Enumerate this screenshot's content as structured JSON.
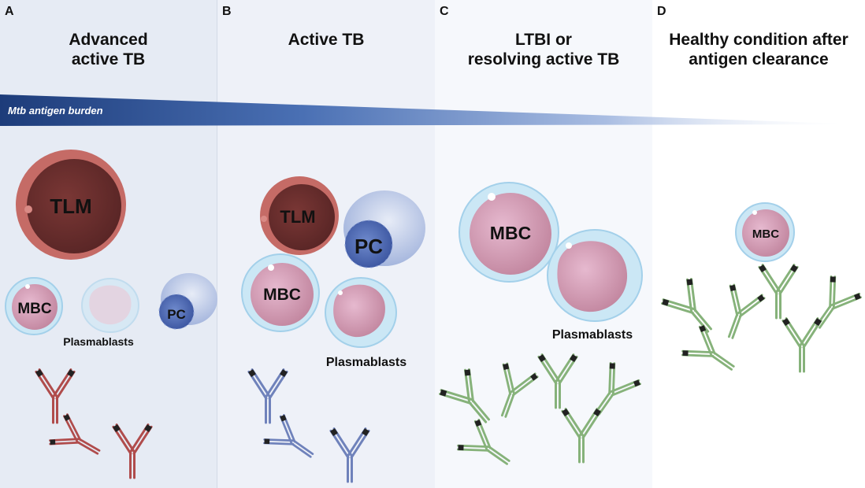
{
  "panels": [
    {
      "letter": "A",
      "title_line1": "Advanced",
      "title_line2": "active TB"
    },
    {
      "letter": "B",
      "title_line1": "Active TB",
      "title_line2": ""
    },
    {
      "letter": "C",
      "title_line1": "LTBI or",
      "title_line2": "resolving active TB"
    },
    {
      "letter": "D",
      "title_line1": "Healthy condition after",
      "title_line2": "antigen clearance"
    }
  ],
  "burden_label": "Mtb antigen burden",
  "cells": {
    "tlm": "TLM",
    "mbc": "MBC",
    "pc": "PC"
  },
  "plasmablasts_label": "Plasmablasts",
  "colors": {
    "burden_dark": "#1d3c7a",
    "tlm": "#c56b66",
    "tlm_inner": "#6b2f2e",
    "mbc_halo": "#bfe0f2",
    "mbc_body": "#d8a3bd",
    "pc": "#b3c2e4",
    "pc_nucleus": "#4a64ae",
    "antibody_red": "#b04c4c",
    "antibody_blue": "#6f82bb",
    "antibody_green": "#86b27a"
  }
}
